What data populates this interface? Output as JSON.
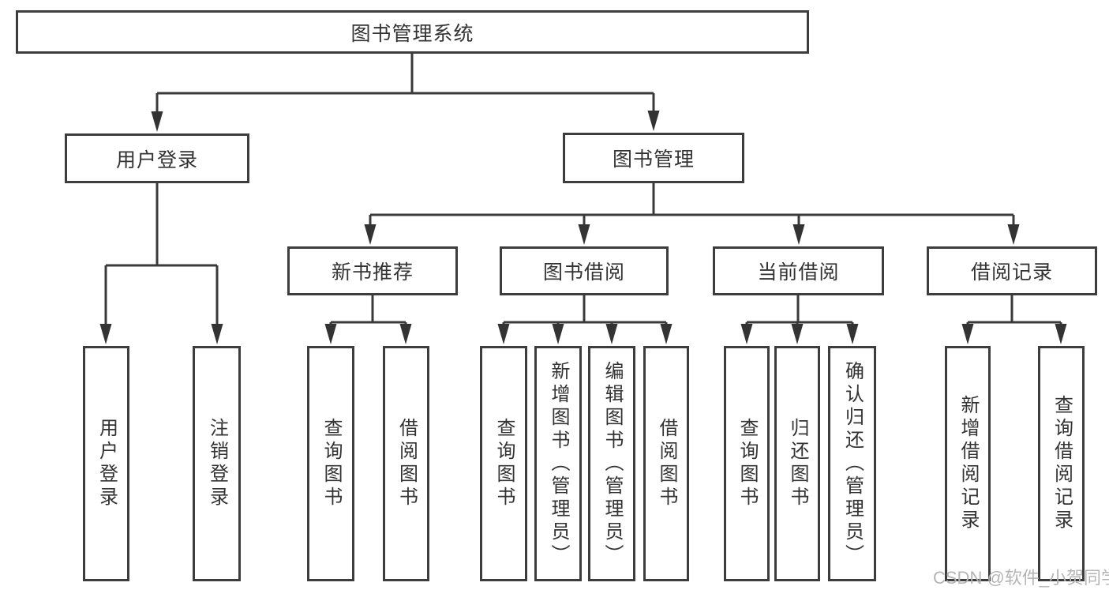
{
  "tree": {
    "root": {
      "label": "图书管理系统",
      "children": [
        {
          "label": "用户登录",
          "children": [
            {
              "label": "用户登录"
            },
            {
              "label": "注销登录"
            }
          ]
        },
        {
          "label": "图书管理",
          "children": [
            {
              "label": "新书推荐",
              "children": [
                {
                  "label": "查询图书"
                },
                {
                  "label": "借阅图书"
                }
              ]
            },
            {
              "label": "图书借阅",
              "children": [
                {
                  "label": "查询图书"
                },
                {
                  "label": "新增图书（管理员）"
                },
                {
                  "label": "编辑图书（管理员）"
                },
                {
                  "label": "借阅图书"
                }
              ]
            },
            {
              "label": "当前借阅",
              "children": [
                {
                  "label": "查询图书"
                },
                {
                  "label": "归还图书"
                },
                {
                  "label": "确认归还（管理员）"
                }
              ]
            },
            {
              "label": "借阅记录",
              "children": [
                {
                  "label": "新增借阅记录"
                },
                {
                  "label": "查询借阅记录"
                }
              ]
            }
          ]
        }
      ]
    }
  },
  "watermark": {
    "text": "CSDN @软件_小贺同学"
  },
  "colors": {
    "line": "#3a3a3a",
    "box_border": "#3d3d3d",
    "text": "#333333",
    "watermark": "#b5b5b5",
    "background": "#ffffff"
  }
}
